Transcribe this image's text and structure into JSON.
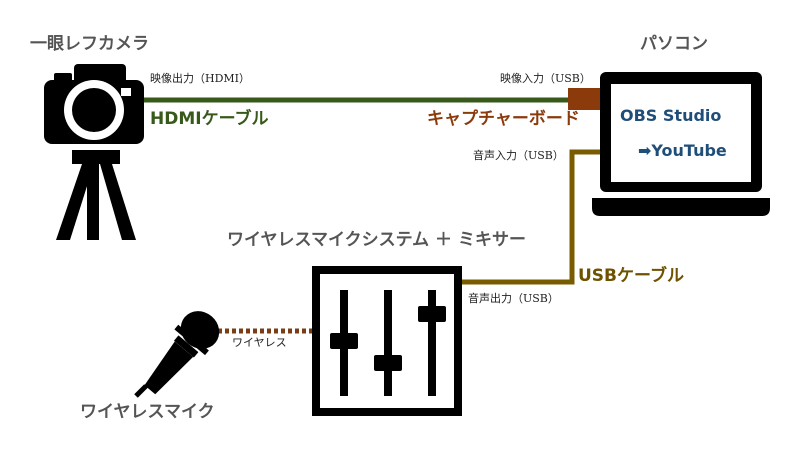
{
  "labels": {
    "camera": "一眼レフカメラ",
    "pc": "パソコン",
    "video_out": "映像出力（HDMI）",
    "video_in": "映像入力（USB）",
    "hdmi_cable": "HDMIケーブル",
    "capture_board": "キャプチャーボード",
    "audio_in": "音声入力（USB）",
    "mixer_system": "ワイヤレスマイクシステム ＋ ミキサー",
    "usb_cable": "USBケーブル",
    "audio_out": "音声出力（USB）",
    "wireless": "ワイヤレス",
    "wireless_mic": "ワイヤレスマイク"
  },
  "screen": {
    "app": "OBS Studio",
    "arrow": "➡",
    "dest": "YouTube"
  },
  "colors": {
    "hdmi_line": "#375a1a",
    "usb_line": "#7a5c00",
    "capture_board": "#8b3a0c",
    "wireless_dots": "#7a3d14",
    "screen_text": "#1f4e79"
  }
}
